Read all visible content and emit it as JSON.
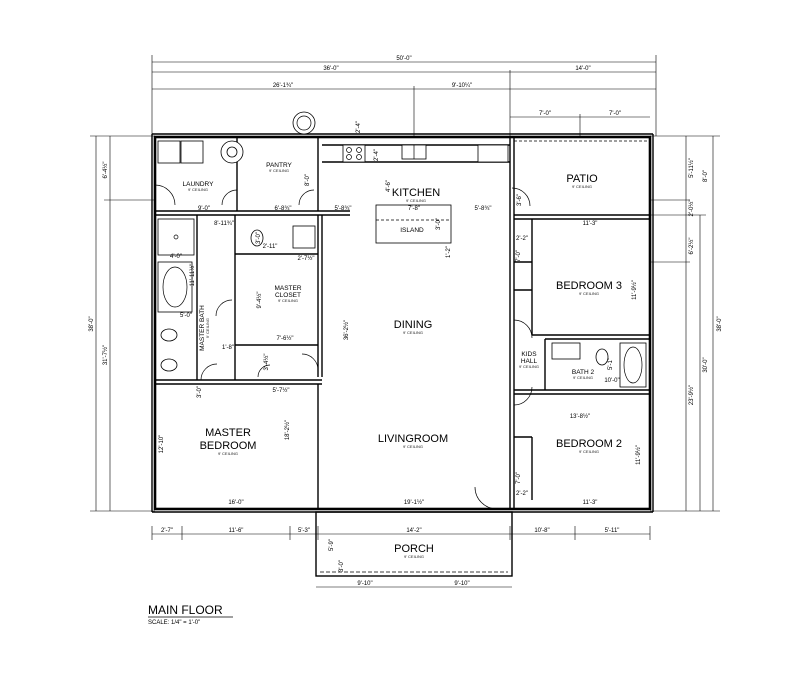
{
  "title": "MAIN FLOOR",
  "scale": "SCALE: 1/4\" = 1'-0\"",
  "rooms": {
    "laundry": {
      "name": "LAUNDRY",
      "ceiling": "9' CEILING"
    },
    "pantry": {
      "name": "PANTRY",
      "ceiling": "9' CEILING"
    },
    "kitchen": {
      "name": "KITCHEN",
      "ceiling": "9' CEILING"
    },
    "island": {
      "name": "ISLAND"
    },
    "patio": {
      "name": "PATIO",
      "ceiling": "9' CEILING"
    },
    "master_closet": {
      "name": "MASTER",
      "name2": "CLOSET",
      "ceiling": "9' CEILING"
    },
    "master_bath": {
      "name": "MASTER BATH",
      "ceiling": "9' CEILING"
    },
    "dining": {
      "name": "DINING",
      "ceiling": "9' CEILING"
    },
    "bedroom3": {
      "name": "BEDROOM 3",
      "ceiling": "9' CEILING"
    },
    "kids_hall": {
      "name": "KIDS",
      "name2": "HALL",
      "ceiling": "9' CEILING"
    },
    "bath2": {
      "name": "BATH 2",
      "ceiling": "9' CEILING"
    },
    "master_bedroom": {
      "name": "MASTER",
      "name2": "BEDROOM",
      "ceiling": "9' CEILING"
    },
    "livingroom": {
      "name": "LIVINGROOM",
      "ceiling": "9' CEILING"
    },
    "bedroom2": {
      "name": "BEDROOM 2",
      "ceiling": "9' CEILING"
    },
    "porch": {
      "name": "PORCH",
      "ceiling": "9' CEILING"
    }
  },
  "dims": {
    "overall_w": "50'-0\"",
    "w36": "36'-0\"",
    "w14": "14'-0\"",
    "w26": "26'-1¾\"",
    "w9_10": "9'-10¼\"",
    "patio_a": "7'-0\"",
    "patio_b": "7'-0\"",
    "kit_2_4": "2'-4\"",
    "left_6_4": "6'-4½\"",
    "left_31": "31'-7½\"",
    "left_38": "38'-0\"",
    "right_38": "38'-0\"",
    "right_30": "30'-0\"",
    "right_8": "8'-0\"",
    "right_5_11": "5'-11½\"",
    "right_23": "23'-9½\"",
    "right_6_2": "6'-2½\"",
    "right_2_0": "2'-0½\"",
    "laundry_9": "9'-0\"",
    "pantry_6_8": "6'-8¾\"",
    "kitchen_5_8": "5'-8¾\"",
    "kitchen_7_8": "7'-8\"",
    "kitchen_5_8b": "5'-8¾\"",
    "kitchen_4_6": "4'-6\"",
    "island_3_0": "3'-0\"",
    "kit_1_2": "1'-2\"",
    "patio_3_6": "3'-6\"",
    "pantry_8_0": "8'-0\"",
    "closet_9_4": "9'-4½\"",
    "closet_7_6": "7'-6½\"",
    "closet_2_7": "2'-7½\"",
    "closet_3_0": "3'-0\"",
    "closet_2_11": "2'-11\"",
    "bath_11_11": "11'-11½\"",
    "bath_4_0": "4'-0\"",
    "bath_5_0": "5'-0\"",
    "bath_1_8": "1'-8\"",
    "bath_8_11": "8'-11¾\"",
    "mb_3_4": "3'-4½\"",
    "mb_5_7": "5'-7½\"",
    "mb_3_0": "3'-0\"",
    "mb_16_0": "16'-0\"",
    "mb_12_10": "12'-10\"",
    "mb_18_2": "18'-2½\"",
    "dining_36_2": "36'-2½\"",
    "living_19_1": "19'-1½\"",
    "br3_11_3": "11'-3\"",
    "br3_11_9": "11'-9½\"",
    "br3_2_2": "2'-2\"",
    "br3_7_0": "7'-0\"",
    "bath2_10_0": "10'-0\"",
    "bath2_5_1": "5'-1\"",
    "br2_13_8": "13'-8½\"",
    "br2_11_9": "11'-9½\"",
    "br2_11_3": "11'-3\"",
    "br2_7_0": "7'-0\"",
    "br2_2_2": "2'-2\"",
    "bot_2_7": "2'-7\"",
    "bot_11_6": "11'-6\"",
    "bot_5_3": "5'-3\"",
    "bot_14_2": "14'-2\"",
    "bot_10_8": "10'-8\"",
    "bot_5_11": "5'-11\"",
    "porch_5_9": "5'-9\"",
    "porch_9_10a": "9'-10\"",
    "porch_9_10b": "9'-10\"",
    "porch_3_0": "3'-0\"",
    "hood_2_4": "2'-4\""
  },
  "colors": {
    "ink": "#000000",
    "paper": "#ffffff"
  }
}
